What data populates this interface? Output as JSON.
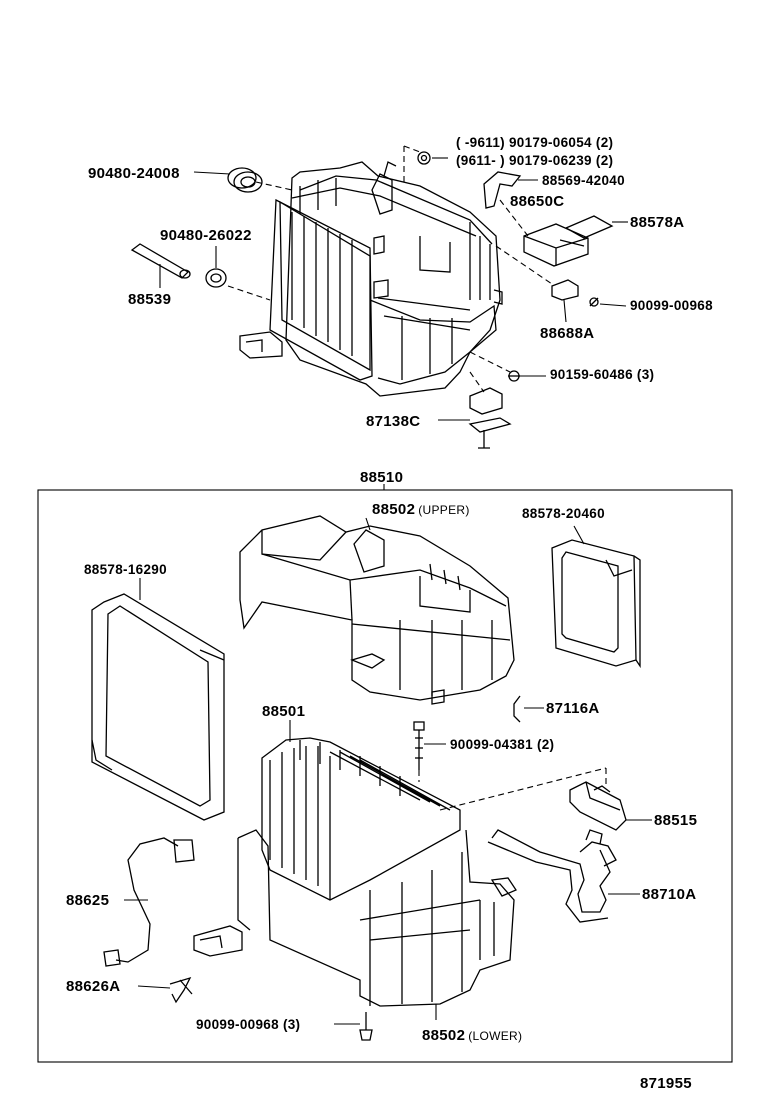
{
  "figure_code": "871955",
  "assembly": {
    "number": "88510",
    "labels": [
      {
        "id": "88502-upper",
        "part": "88502",
        "note": "(UPPER)"
      },
      {
        "id": "88578-20460",
        "part": "88578-20460"
      },
      {
        "id": "88578-16290",
        "part": "88578-16290"
      },
      {
        "id": "87116a",
        "part": "87116A"
      },
      {
        "id": "88501",
        "part": "88501"
      },
      {
        "id": "90099-04381",
        "part": "90099-04381",
        "note": "(2)"
      },
      {
        "id": "88515",
        "part": "88515"
      },
      {
        "id": "88710a",
        "part": "88710A"
      },
      {
        "id": "88625",
        "part": "88625"
      },
      {
        "id": "88626a",
        "part": "88626A"
      },
      {
        "id": "90099-00968-3",
        "part": "90099-00968",
        "note": "(3)"
      },
      {
        "id": "88502-lower",
        "part": "88502",
        "note": "(LOWER)"
      }
    ]
  },
  "top_labels": [
    {
      "id": "9611-a",
      "text": "(      -9611) 90179-06054 (2)"
    },
    {
      "id": "9611-b",
      "text": "(9611-      ) 90179-06239 (2)"
    },
    {
      "id": "88569-42040",
      "text": "88569-42040"
    },
    {
      "id": "90480-24008",
      "text": "90480-24008"
    },
    {
      "id": "88650c",
      "text": "88650C"
    },
    {
      "id": "88578a",
      "text": "88578A"
    },
    {
      "id": "90480-26022",
      "text": "90480-26022"
    },
    {
      "id": "88539",
      "text": "88539"
    },
    {
      "id": "90099-00968",
      "text": "90099-00968"
    },
    {
      "id": "88688a",
      "text": "88688A"
    },
    {
      "id": "90159-60486",
      "text": "90159-60486 (3)"
    },
    {
      "id": "87138c",
      "text": "87138C"
    }
  ]
}
